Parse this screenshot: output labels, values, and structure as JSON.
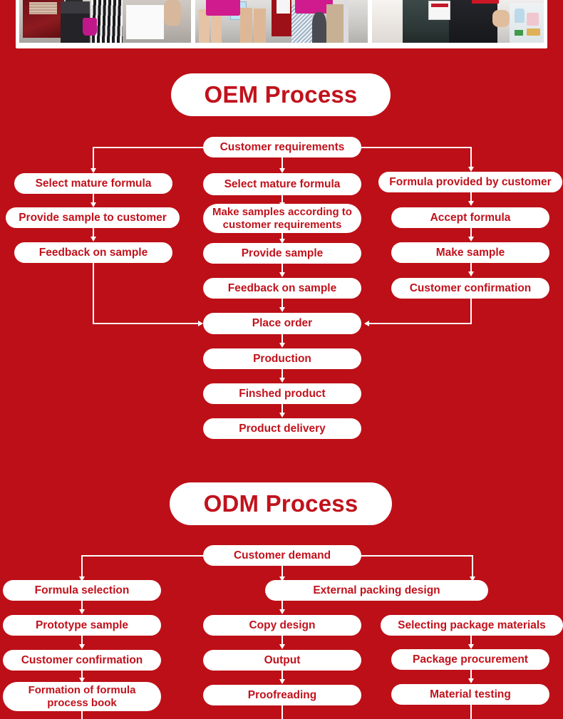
{
  "page": {
    "background_color": "#bd0f17",
    "node_fill": "#ffffff",
    "node_text_color": "#c1121c"
  },
  "photo_strip": {
    "name": "trade-show-photo-strip",
    "photos": [
      {
        "caption": "exhibition-booth-visitors"
      },
      {
        "caption": "cosmo-bag-attendees"
      },
      {
        "caption": "handshake-at-booth"
      }
    ]
  },
  "oem": {
    "title": "OEM Process",
    "start": "Customer requirements",
    "columns": [
      {
        "id": "left",
        "nodes": [
          "Select mature formula",
          "Provide sample to customer",
          "Feedback on sample"
        ]
      },
      {
        "id": "center",
        "nodes": [
          "Select mature formula",
          "Make samples according to customer requirements",
          "Provide sample",
          "Feedback on sample"
        ]
      },
      {
        "id": "right",
        "nodes": [
          "Formula provided by customer",
          "Accept formula",
          "Make sample",
          "Customer confirmation"
        ]
      }
    ],
    "merge": "Place order",
    "tail": [
      "Production",
      "Finshed product",
      "Product delivery"
    ]
  },
  "odm": {
    "title": "ODM Process",
    "start": "Customer demand",
    "columns": [
      {
        "id": "left",
        "nodes": [
          "Formula selection",
          "Prototype sample",
          "Customer confirmation",
          "Formation of formula process book"
        ]
      },
      {
        "id": "center",
        "nodes": [
          "External packing design",
          "Copy design",
          "Output",
          "Proofreading"
        ]
      },
      {
        "id": "right",
        "nodes": [
          "Selecting package materials",
          "Package procurement",
          "Material testing"
        ]
      }
    ]
  }
}
